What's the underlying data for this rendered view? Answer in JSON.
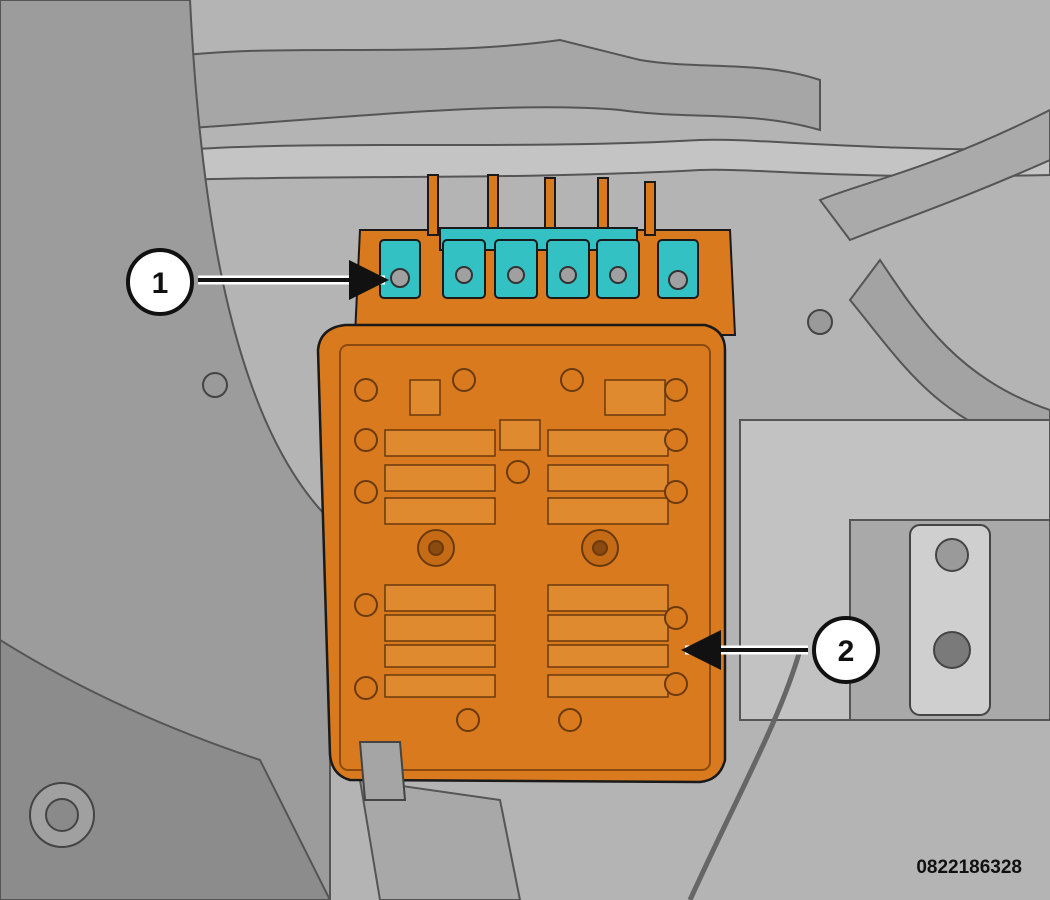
{
  "figure": {
    "reference_code": "0822186328",
    "colors": {
      "background_metal": "#b9b9b9",
      "fuse_box": "#d97a1e",
      "terminals": "#33c1c4",
      "outline": "#1a1a1a"
    }
  },
  "callouts": [
    {
      "number": "1",
      "target": "terminal-strip"
    },
    {
      "number": "2",
      "target": "fuse-box"
    }
  ]
}
